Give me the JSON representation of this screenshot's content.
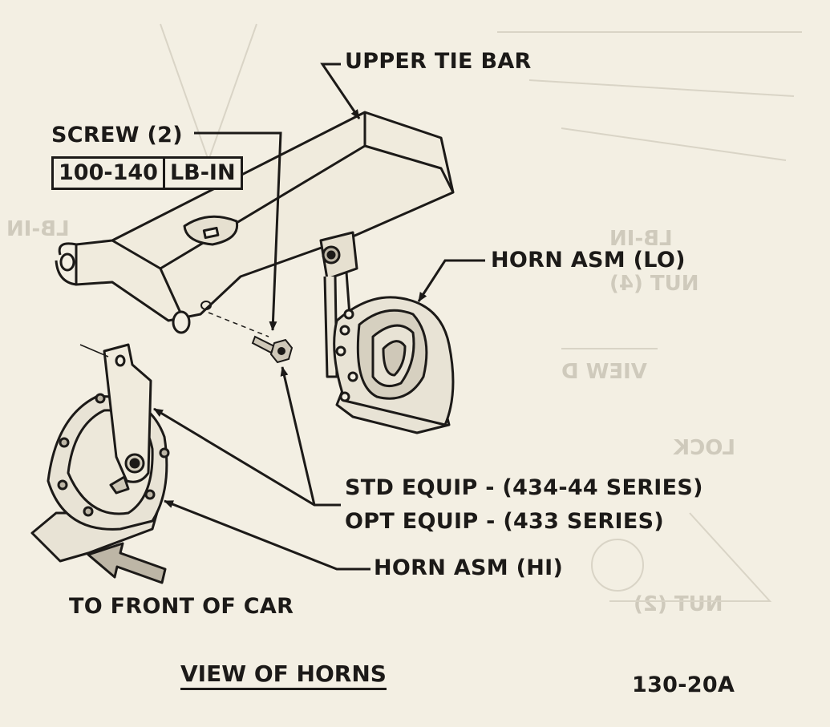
{
  "labels": {
    "upper_tie_bar": "UPPER TIE BAR",
    "screw": "SCREW (2)",
    "torque_value": "100-140",
    "torque_unit": "LB-IN",
    "horn_lo": "HORN ASM (LO)",
    "std_equip": "STD EQUIP - (434-44 SERIES)",
    "opt_equip": "OPT EQUIP - (433 SERIES)",
    "horn_hi": "HORN ASM (HI)",
    "to_front": "TO FRONT OF CAR",
    "view_title": "VIEW OF HORNS",
    "figure_number": "130-20A"
  },
  "bleed_through": [
    "LB-IN",
    "LB-IN",
    "NUT (4)",
    "VIEW D",
    "LOCK",
    "NUT (2)"
  ],
  "colors": {
    "paper": "#f3efe3",
    "ink": "#1c1a18",
    "ghost": "#cfcabc",
    "horn_fill": "#e8e3d5"
  }
}
